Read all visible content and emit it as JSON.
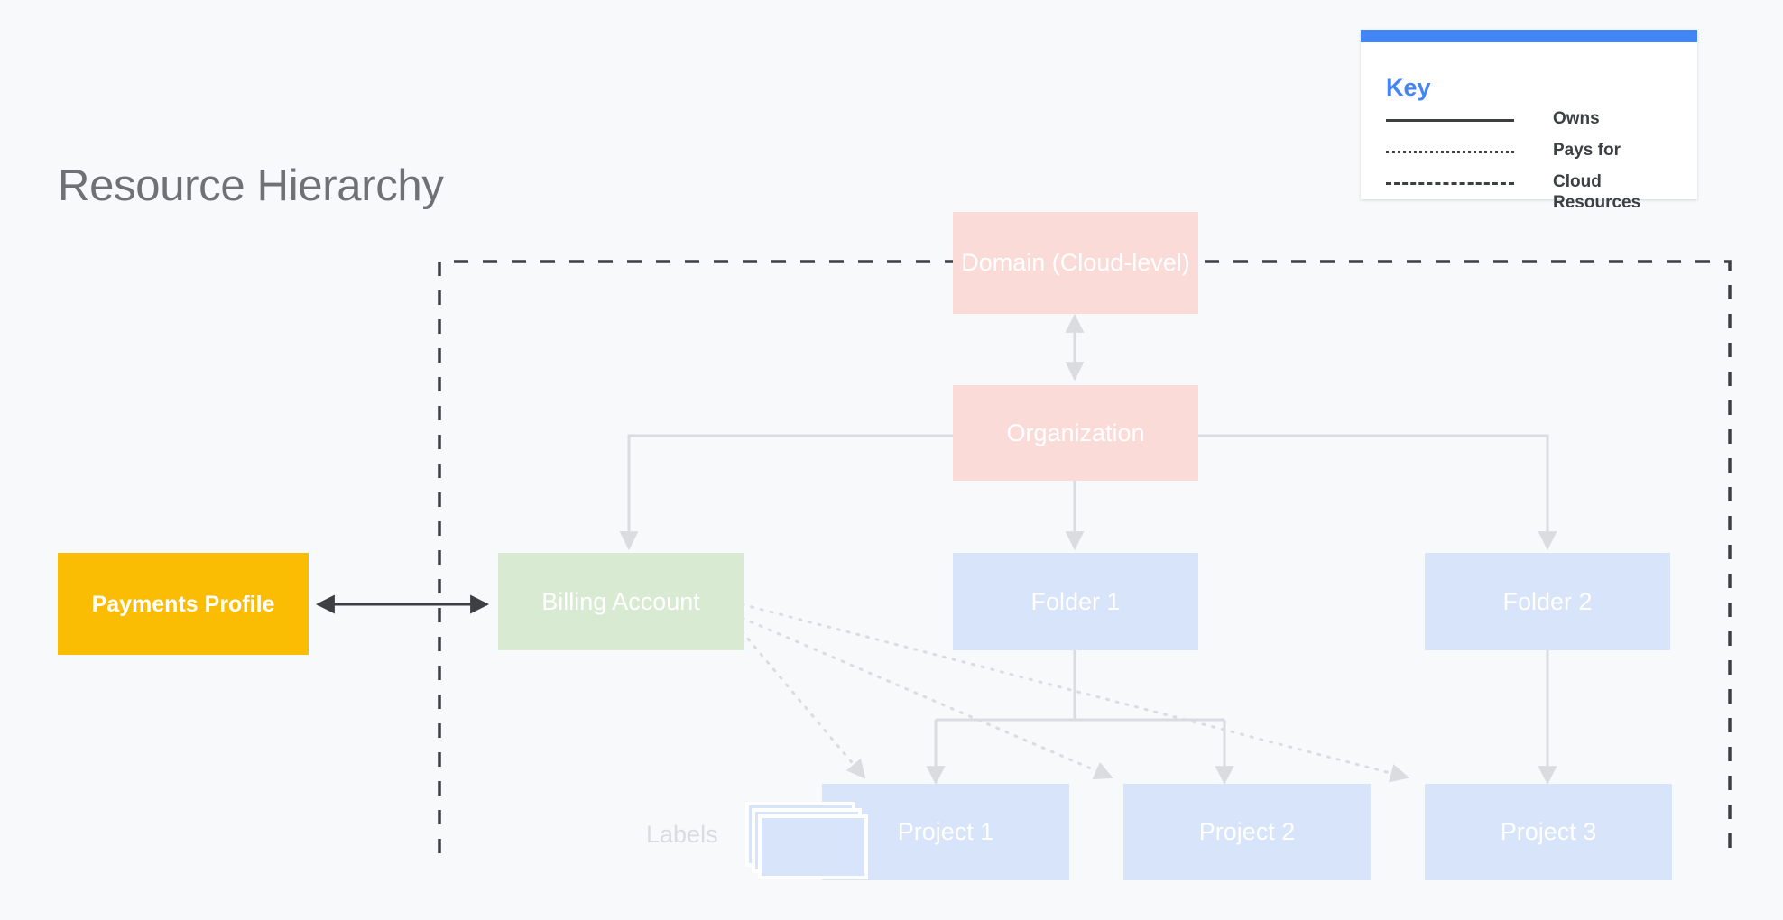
{
  "title": "Resource Hierarchy",
  "colors": {
    "background": "#f8f9fa",
    "accent_blue": "#4285f4",
    "pink_node": "#fadbd8",
    "green_node": "#d9ead3",
    "blue_node": "#d7e4f9",
    "amber_node": "#fbbc04",
    "connector_gray": "#dadce0",
    "dash_boundary": "#3c4043",
    "title_text": "#6e7275"
  },
  "key": {
    "heading": "Key",
    "items": [
      {
        "style": "solid",
        "label": "Owns"
      },
      {
        "style": "dotted",
        "label": "Pays for"
      },
      {
        "style": "dashed",
        "label": "Cloud Resources"
      }
    ]
  },
  "nodes": {
    "domain": "Domain (Cloud-level)",
    "organization": "Organization",
    "payments_profile": "Payments Profile",
    "billing_account": "Billing Account",
    "folder1": "Folder 1",
    "folder2": "Folder 2",
    "project1": "Project 1",
    "project2": "Project 2",
    "project3": "Project 3",
    "labels": "Labels"
  },
  "relationships": [
    {
      "from": "Domain (Cloud-level)",
      "to": "Organization",
      "type": "owns"
    },
    {
      "from": "Organization",
      "to": "Billing Account",
      "type": "owns"
    },
    {
      "from": "Organization",
      "to": "Folder 1",
      "type": "owns"
    },
    {
      "from": "Organization",
      "to": "Folder 2",
      "type": "owns"
    },
    {
      "from": "Folder 1",
      "to": "Project 1",
      "type": "owns"
    },
    {
      "from": "Folder 1",
      "to": "Project 2",
      "type": "owns"
    },
    {
      "from": "Folder 2",
      "to": "Project 3",
      "type": "owns"
    },
    {
      "from": "Payments Profile",
      "to": "Billing Account",
      "type": "bidirectional"
    },
    {
      "from": "Billing Account",
      "to": "Project 1",
      "type": "pays-for"
    },
    {
      "from": "Billing Account",
      "to": "Project 2",
      "type": "pays-for"
    },
    {
      "from": "Billing Account",
      "to": "Project 3",
      "type": "pays-for"
    }
  ],
  "cloud_resources_boundary": {
    "label": "Cloud Resources",
    "contains": [
      "Domain (Cloud-level)",
      "Organization",
      "Billing Account",
      "Folder 1",
      "Folder 2",
      "Project 1",
      "Project 2",
      "Project 3"
    ]
  }
}
